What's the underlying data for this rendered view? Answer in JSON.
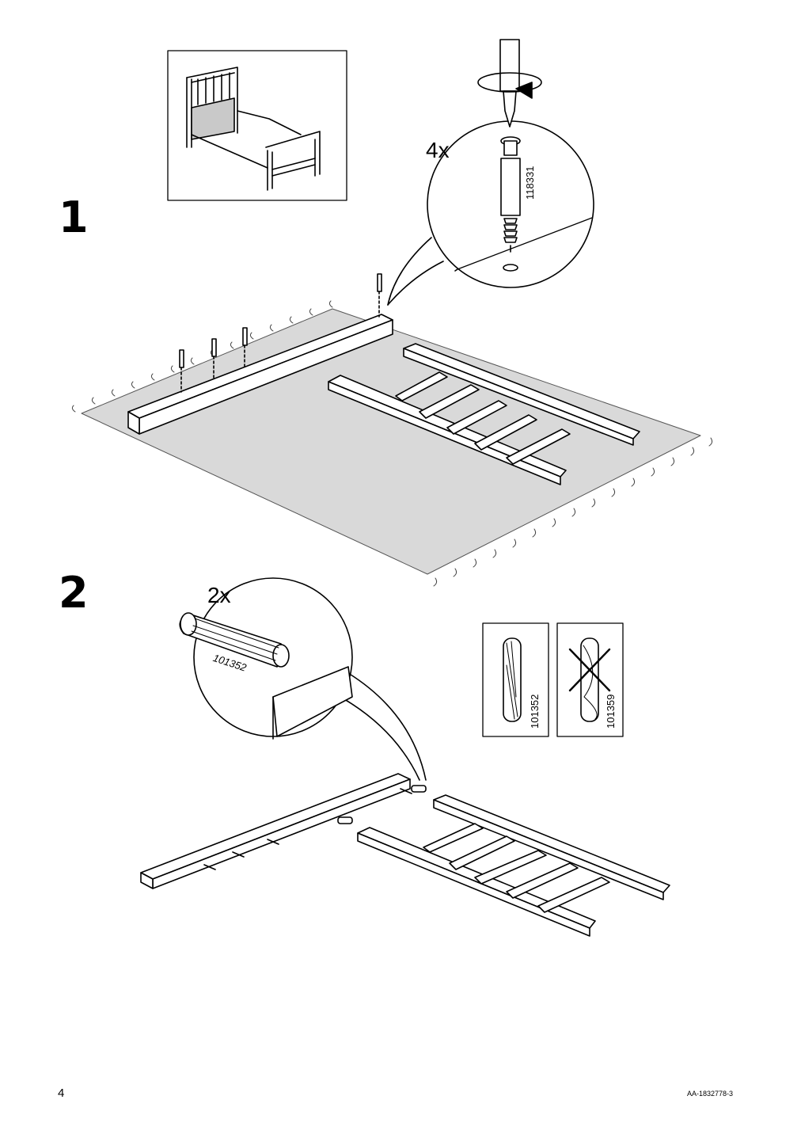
{
  "page": {
    "number": "4",
    "doc_code": "AA-1832778-3"
  },
  "steps": [
    {
      "number": "1",
      "quantity": "4x",
      "part_number": "118331"
    },
    {
      "number": "2",
      "quantity": "2x",
      "part_number": "101352"
    }
  ],
  "dowel_compare": {
    "correct_part": "101352",
    "wrong_part": "101359"
  },
  "icons": [
    "bed-overview-icon",
    "screwdriver-icon",
    "rotate-arrow-icon",
    "cam-bolt-icon",
    "wooden-dowel-icon",
    "cross-out-icon"
  ]
}
